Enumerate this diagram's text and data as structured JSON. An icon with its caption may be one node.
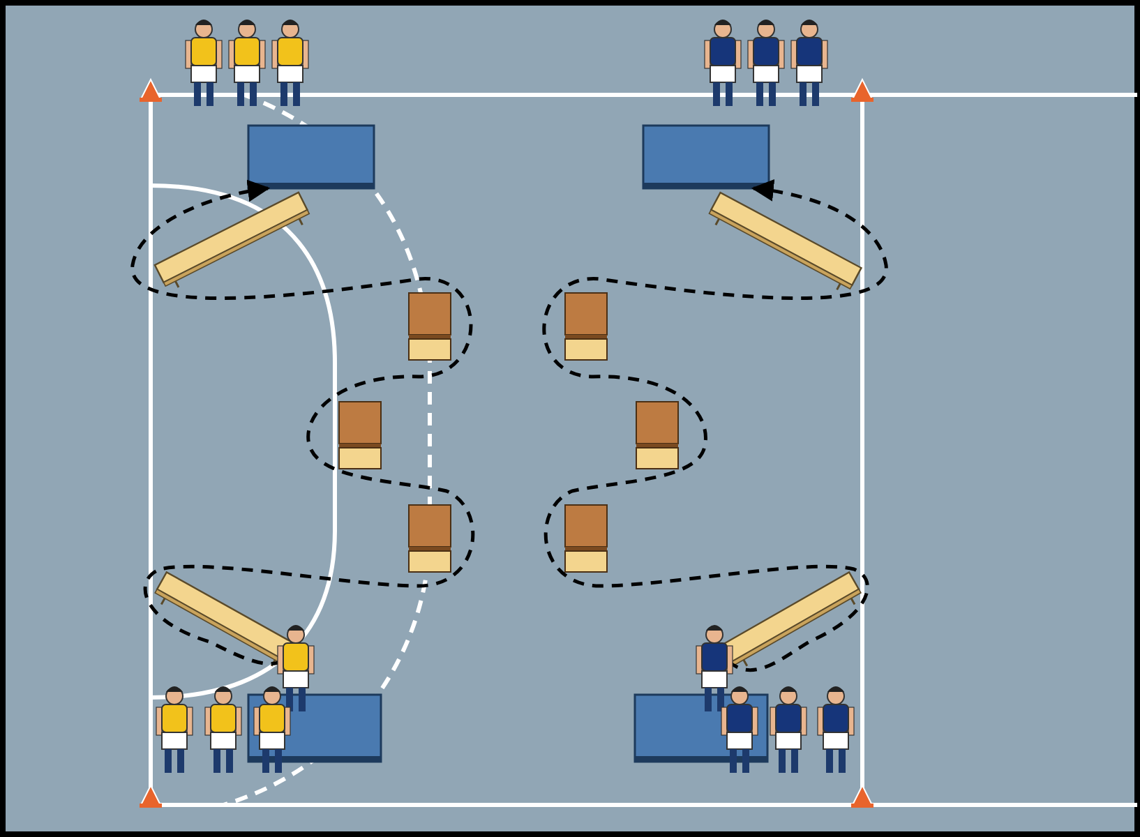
{
  "diagram": {
    "nodes": [
      {
        "text": [],
        "shape": "box"
      },
      {
        "text": [],
        "shape": "box"
      },
      {
        "text": [],
        "shape": "person"
      },
      {
        "text": [],
        "shape": "person"
      },
      {
        "text": [],
        "shape": "box"
      },
      {
        "text": [],
        "shape": "box"
      }
    ],
    "edges": [
      {
        "from": 2,
        "to": 0,
        "arrow": "to",
        "style": "dashed"
      },
      {
        "from": 3,
        "to": 1,
        "arrow": "to",
        "style": "dashed"
      }
    ]
  }
}
